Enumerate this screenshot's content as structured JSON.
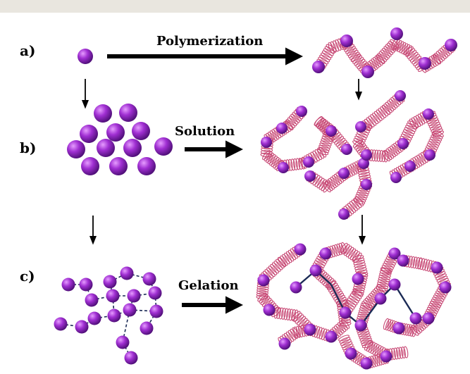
{
  "rows": [
    {
      "label": "a)"
    },
    {
      "label": "b)"
    },
    {
      "label": "c)"
    }
  ],
  "steps": {
    "polymerization": "Polymerization",
    "solution": "Solution",
    "gelation": "Gelation"
  },
  "colors": {
    "sphere_light": "#e69cff",
    "sphere_mid": "#a02fd2",
    "sphere_dark": "#4f0f78",
    "coil": "#c84a76",
    "crosslink": "#1a2a55",
    "arrow": "#000000",
    "top_band": "#e9e6df"
  }
}
